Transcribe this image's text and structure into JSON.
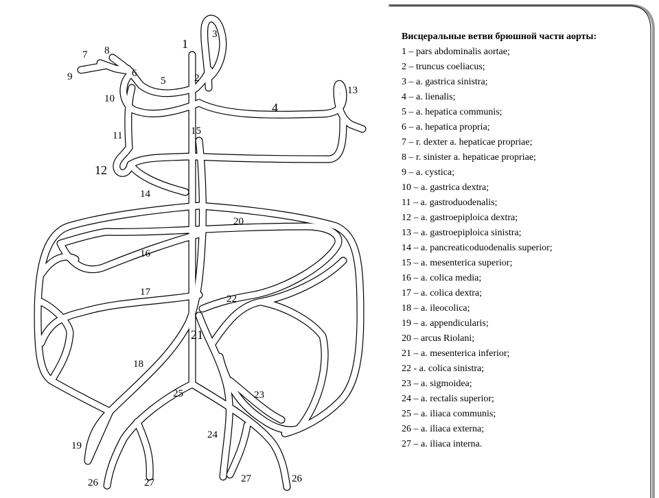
{
  "legend": {
    "title": "Висцеральные ветви брюшной части аорты:",
    "items": [
      "1 – pars abdominalis aortae;",
      "2 – truncus coeliacus;",
      "3 – a. gastrica sinistra;",
      "4 – a. lienalis;",
      "5 – a. hepatica communis;",
      "6 – a. hepatica propria;",
      "7 – r. dexter a. hepaticae propriae;",
      "8 – r. sinister a. hepaticae propriae;",
      "9 – a. cystica;",
      "10 – a. gastrica dextra;",
      "11 – a. gastroduodenalis;",
      "12 – a. gastroepiploica dextra;",
      "13 – a. gastroepiploica sinistra;",
      "14 – a. pancreaticoduodenalis superior;",
      "15 – a. mesenterica superior;",
      "16 – a. colica media;",
      "17 – a. colica dextra;",
      "18 – a. ileocolica;",
      "19 – a. appendicularis;",
      "20 – arcus Riolani;",
      "21 – a. mesenterica inferior;",
      "22 - a. colica sinistra;",
      "23 – a. sigmoidea;",
      "24 – a. rectalis superior;",
      "25 – a. iliaca communis;",
      "26 – a. iliaca externa;",
      "27 – a. iliaca interna."
    ]
  },
  "diagram_labels": {
    "n1": "1",
    "n2": "2",
    "n3": "3",
    "n4": "4",
    "n5": "5",
    "n6": "6",
    "n7": "7",
    "n8": "8",
    "n9": "9",
    "n10": "10",
    "n11": "11",
    "n12": "12",
    "n13": "13",
    "n14": "14",
    "n15": "15",
    "n16": "16",
    "n17": "17",
    "n18": "18",
    "n19": "19",
    "n20": "20",
    "n21": "21",
    "n22": "22",
    "n23": "23",
    "n24": "24",
    "n25": "25",
    "n26a": "26",
    "n26b": "26",
    "n27a": "27",
    "n27b": "27"
  }
}
